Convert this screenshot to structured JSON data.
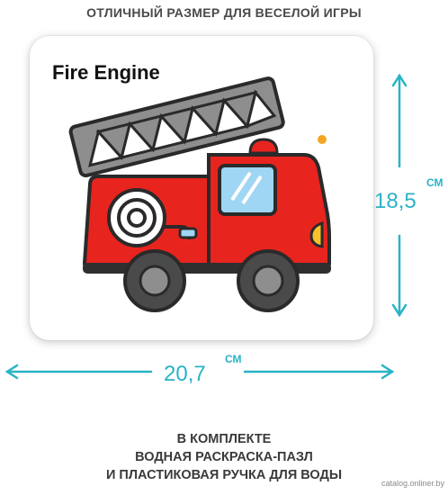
{
  "headline": "ОТЛИЧНЫЙ РАЗМЕР ДЛЯ ВЕСЕЛОЙ ИГРЫ",
  "card": {
    "title": "Fire Engine"
  },
  "dimensions": {
    "height_value": "18,5",
    "height_unit": "СМ",
    "width_value": "20,7",
    "width_unit": "СМ"
  },
  "footer": {
    "line1": "В КОМПЛЕКТЕ",
    "line2": "ВОДНАЯ РАСКРАСКА-ПАЗЛ",
    "line3": "И ПЛАСТИКОВАЯ РУЧКА ДЛЯ ВОДЫ"
  },
  "watermark": "catalog.onliner.by",
  "colors": {
    "truck_red": "#e8241f",
    "ladder_gray": "#8e8e8e",
    "accent_cyan": "#29b3c6",
    "window_blue": "#9fd6f3",
    "light_yellow": "#f6c12a"
  }
}
